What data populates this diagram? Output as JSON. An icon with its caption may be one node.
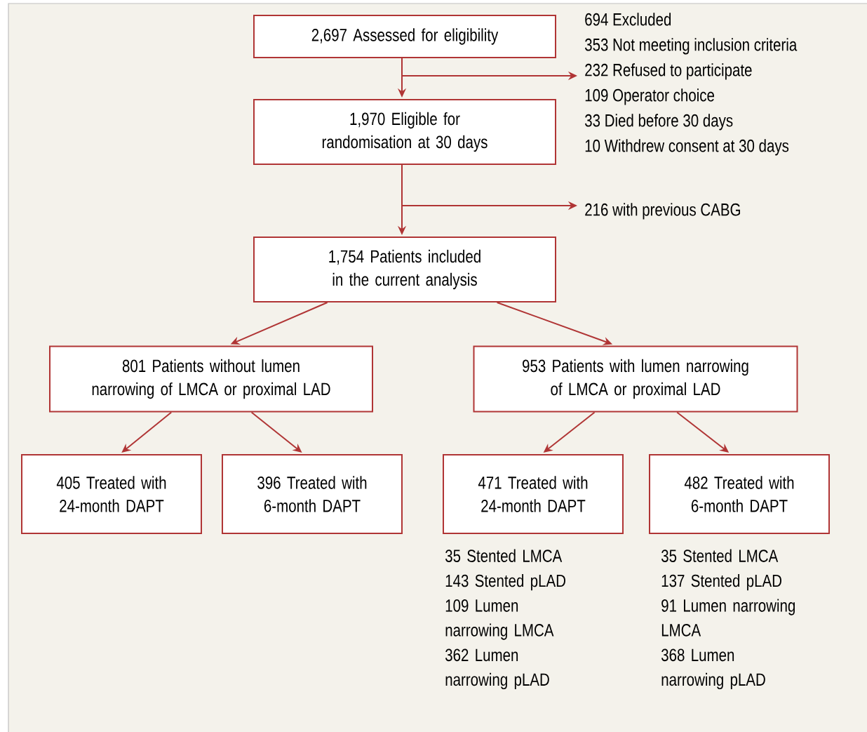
{
  "diagram": {
    "nodes": [
      {
        "text": [
          "2,697 Assessed for eligibility"
        ]
      },
      {
        "text": [
          "694 Excluded",
          "353 Not meeting inclusion criteria",
          "232 Refused to participate",
          "109 Operator choice",
          "33 Died before 30 days",
          "10 Withdrew consent at 30 days"
        ]
      },
      {
        "text": [
          "1,970 Eligible for randomisation at 30 days"
        ]
      },
      {
        "text": [
          "216 with previous CABG"
        ]
      },
      {
        "text": [
          "1,754 Patients included in the current analysis"
        ]
      },
      {
        "text": [
          "801 Patients without lumen narrowing of LMCA or proximal LAD"
        ]
      },
      {
        "text": [
          "953 Patients with lumen narrowing of LMCA or proximal LAD"
        ]
      },
      {
        "text": [
          "405 Treated with 24-month DAPT"
        ]
      },
      {
        "text": [
          "396 Treated with 6-month DAPT"
        ]
      },
      {
        "text": [
          "471 Treated with 24-month DAPT"
        ],
        "beside": [
          "35 Stented LMCA",
          "143 Stented pLAD",
          "109 Lumen narrowing LMCA",
          "362 Lumen narrowing pLAD"
        ]
      },
      {
        "text": [
          "482 Treated with 6-month DAPT"
        ],
        "beside": [
          "35 Stented LMCA",
          "137 Stented pLAD",
          "91 Lumen narrowing LMCA",
          "368 Lumen narrowing pLAD"
        ]
      }
    ],
    "edges": [
      {
        "from": 0,
        "to": 2,
        "arrow": "to"
      },
      {
        "from": 0,
        "to": 1,
        "arrow": "to"
      },
      {
        "from": 2,
        "to": 4,
        "arrow": "to"
      },
      {
        "from": 2,
        "to": 3,
        "arrow": "to"
      },
      {
        "from": 4,
        "to": 5,
        "arrow": "to"
      },
      {
        "from": 4,
        "to": 6,
        "arrow": "to"
      },
      {
        "from": 5,
        "to": 7,
        "arrow": "to"
      },
      {
        "from": 5,
        "to": 8,
        "arrow": "to"
      },
      {
        "from": 6,
        "to": 9,
        "arrow": "to"
      },
      {
        "from": 6,
        "to": 10,
        "arrow": "to"
      }
    ]
  }
}
